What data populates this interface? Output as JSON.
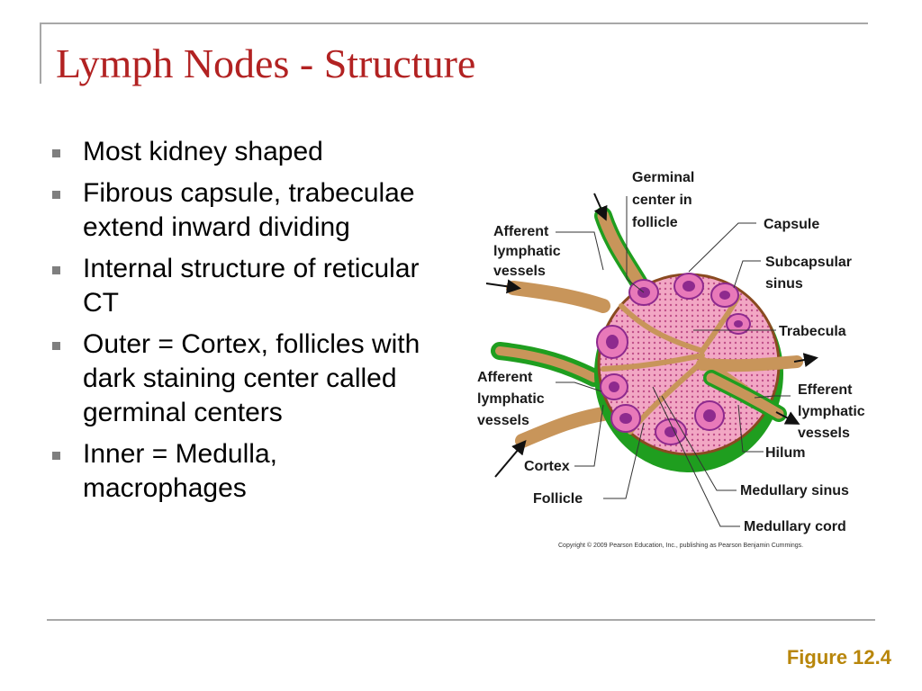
{
  "slide": {
    "title": "Lymph Nodes - Structure",
    "bullets": [
      "Most kidney shaped",
      "Fibrous capsule, trabeculae extend inward dividing",
      "Internal structure of reticular CT",
      "Outer = Cortex, follicles with dark staining center called germinal centers",
      "Inner = Medulla, macrophages"
    ],
    "figure_caption": "Figure 12.4"
  },
  "diagram": {
    "labels": {
      "germinal_center": [
        "Germinal",
        "center in",
        "follicle"
      ],
      "afferent_top": [
        "Afferent",
        "lymphatic",
        "vessels"
      ],
      "capsule": "Capsule",
      "subcapsular_sinus": [
        "Subcapsular",
        "sinus"
      ],
      "trabecula": "Trabecula",
      "afferent_left": [
        "Afferent",
        "lymphatic",
        "vessels"
      ],
      "efferent": [
        "Efferent",
        "lymphatic",
        "vessels"
      ],
      "hilum": "Hilum",
      "cortex": "Cortex",
      "medullary_sinus": "Medullary sinus",
      "follicle": "Follicle",
      "medullary_cord": "Medullary cord"
    },
    "copyright": "Copyright © 2009 Pearson Education, Inc., publishing as Pearson Benjamin Cummings."
  },
  "colors": {
    "title": "#b22222",
    "caption": "#b8860b",
    "capsule_green": "#1f9e1f",
    "node_pink": "#f0a0c0",
    "vessel_tan": "#c8955a",
    "germinal_purple": "#8e2a8e"
  }
}
